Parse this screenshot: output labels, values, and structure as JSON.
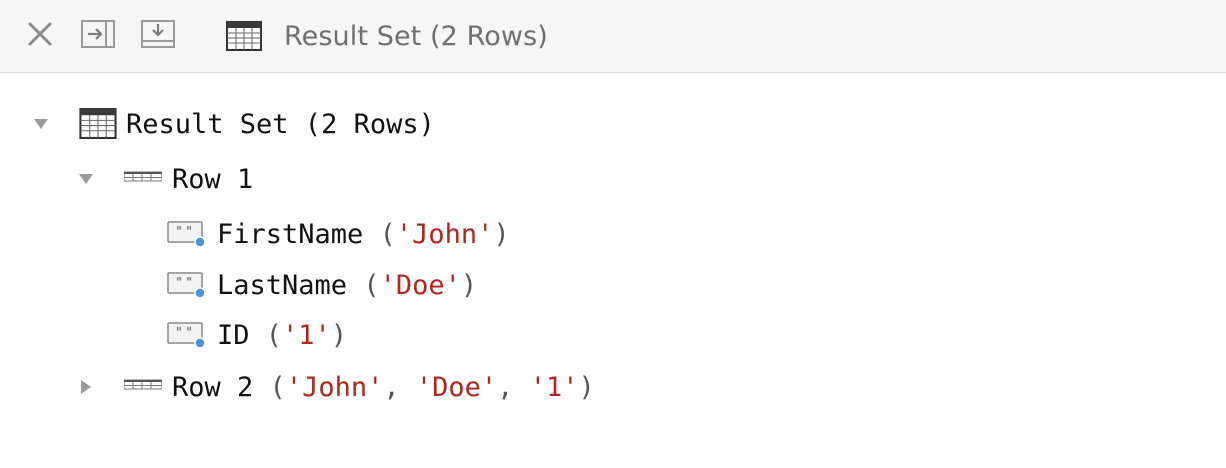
{
  "toolbar": {
    "close_icon": "close-icon",
    "step_into_icon": "step-into-icon",
    "export_icon": "download-icon",
    "title": "Result Set (2 Rows)",
    "title_icon": "table-icon"
  },
  "tree": {
    "result_set": {
      "label": "Result Set (2 Rows)",
      "icon": "table-icon",
      "expanded": true
    },
    "row1": {
      "label": "Row 1",
      "icon": "row-icon",
      "expanded": true,
      "fields": [
        {
          "name": "FirstName",
          "open": "(",
          "value": "'John'",
          "close": ")"
        },
        {
          "name": "LastName",
          "open": "(",
          "value": "'Doe'",
          "close": ")"
        },
        {
          "name": "ID",
          "open": "(",
          "value": "'1'",
          "close": ")"
        }
      ]
    },
    "row2": {
      "label": "Row 2",
      "icon": "row-icon",
      "expanded": false,
      "open": "(",
      "v1": "'John'",
      "sep1": ",",
      "v2": "'Doe'",
      "sep2": ",",
      "v3": "'1'",
      "close": ")"
    }
  },
  "colors": {
    "string_value": "#b3261e",
    "toolbar_bg": "#f6f6f6",
    "toolbar_text": "#6f6f6f"
  }
}
